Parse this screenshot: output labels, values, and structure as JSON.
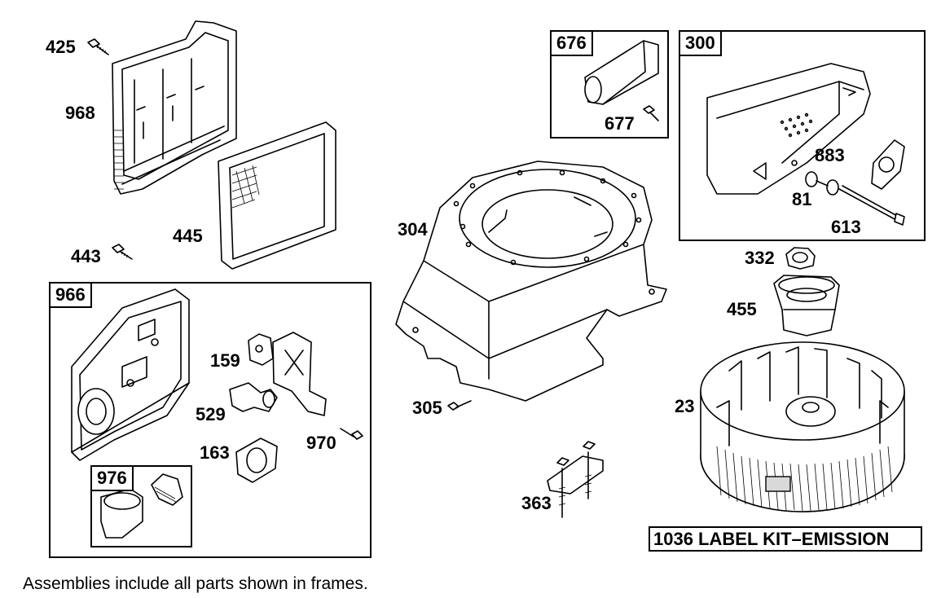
{
  "parts": {
    "p425": "425",
    "p968": "968",
    "p445": "445",
    "p443": "443",
    "p676": "676",
    "p677": "677",
    "p300": "300",
    "p883": "883",
    "p81": "81",
    "p613": "613",
    "p304": "304",
    "p332": "332",
    "p455": "455",
    "p23": "23",
    "p305": "305",
    "p363": "363",
    "p966": "966",
    "p159": "159",
    "p529": "529",
    "p163": "163",
    "p970": "970",
    "p976": "976"
  },
  "banner": "1036 LABEL KIT–EMISSION",
  "footnote": "Assemblies include all parts shown in frames."
}
